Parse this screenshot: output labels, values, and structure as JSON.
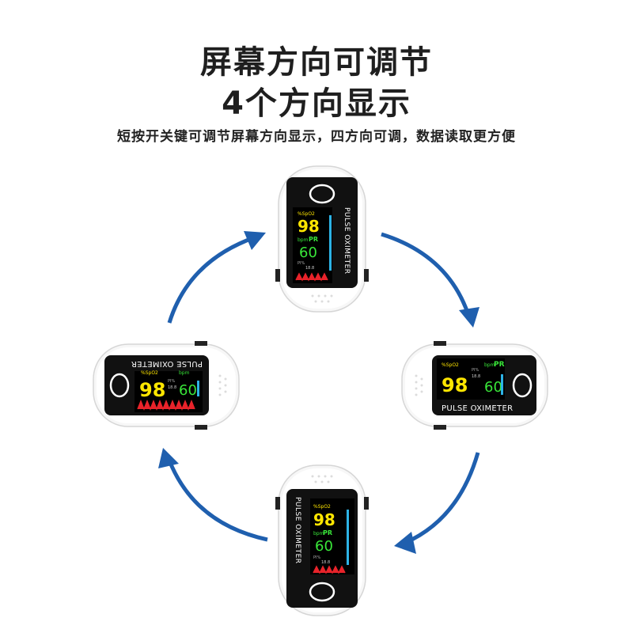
{
  "heading": {
    "line1": "屏幕方向可调节",
    "line2": "4个方向显示",
    "subtitle": "短按开关键可调节屏幕方向显示，四方向可调，数据读取更方便"
  },
  "device": {
    "brand_label": "PULSE OXIMETER",
    "spo2_label": "%SpO2",
    "spo2_value": "98",
    "pr_unit": "bpm",
    "pr_label": "PR",
    "pr_value": "60",
    "pi_label": "PI%",
    "pi_value": "18.8"
  },
  "colors": {
    "arrow": "#1f5fae",
    "spo2": "#ffe600",
    "pr": "#39e639",
    "wave": "#e8232a",
    "bar": "#2db3e6"
  },
  "icons": [
    "power-button-icon",
    "rotate-arrow-icon"
  ]
}
